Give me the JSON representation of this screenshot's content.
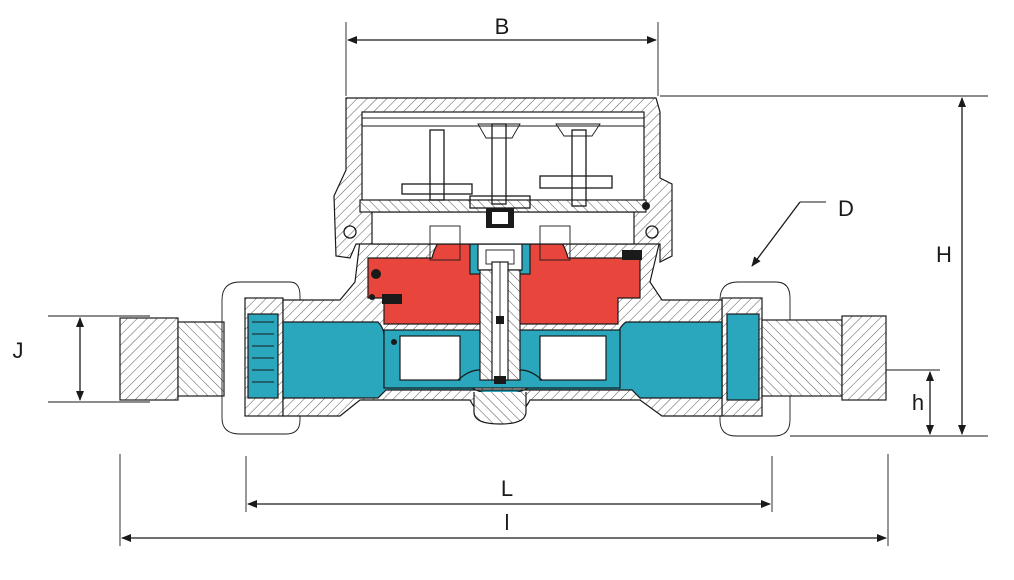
{
  "dimensions": {
    "B": "B",
    "D": "D",
    "H": "H",
    "J": "J",
    "h": "h",
    "L": "L",
    "l": "l"
  },
  "colors": {
    "water_channel": "#2AA6BD",
    "register_chamber": "#E8453C",
    "hatch": "#555555",
    "line": "#1a1a1a"
  },
  "icons": {
    "arrow": "arrow-icon",
    "seal": "seal-icon"
  }
}
